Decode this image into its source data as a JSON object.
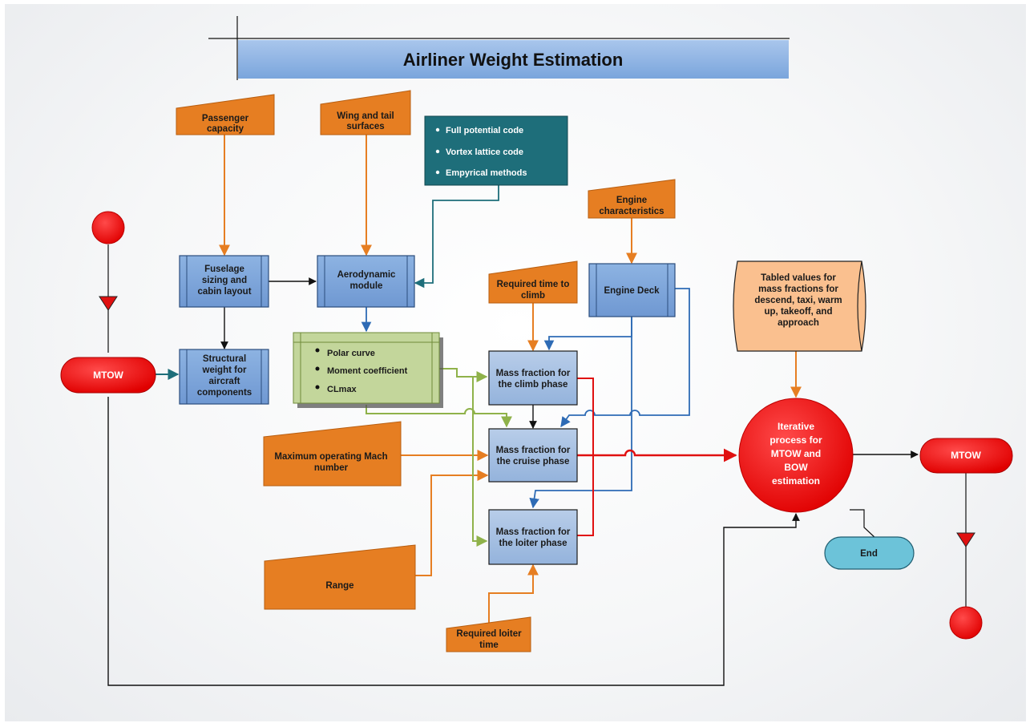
{
  "title": "Airliner Weight Estimation",
  "inputs": {
    "passenger": [
      "Passenger",
      "capacity"
    ],
    "wing_tail": [
      "Wing and tail",
      "surfaces"
    ],
    "engine_char": [
      "Engine",
      "characteristics"
    ],
    "climb_time": [
      "Required time to",
      "climb"
    ],
    "mach": [
      "Maximum operating Mach",
      "number"
    ],
    "range": [
      "Range"
    ],
    "loiter_time": [
      "Required loiter",
      "time"
    ]
  },
  "methods": [
    "Full potential code",
    "Vortex lattice code",
    "Empyrical methods"
  ],
  "modules": {
    "fuselage": [
      "Fuselage",
      "sizing and",
      "cabin layout"
    ],
    "aero": [
      "Aerodynamic",
      "module"
    ],
    "structural": [
      "Structural",
      "weight for",
      "aircraft",
      "components"
    ],
    "engine_deck": [
      "Engine Deck"
    ]
  },
  "aero_outputs": [
    "Polar curve",
    "Moment coefficient",
    "CLmax"
  ],
  "phases": {
    "climb": [
      "Mass fraction for",
      "the climb phase"
    ],
    "cruise": [
      "Mass fraction for",
      "the cruise phase"
    ],
    "loiter": [
      "Mass fraction for",
      "the loiter phase"
    ]
  },
  "tabled": [
    "Tabled values for",
    "mass fractions for",
    "descend, taxi, warm",
    "up, takeoff, and",
    "approach"
  ],
  "iterative": [
    "Iterative",
    "process for",
    "MTOW and",
    "BOW",
    "estimation"
  ],
  "mtow_left": "MTOW",
  "mtow_right": "MTOW",
  "end": "End",
  "colors": {
    "orange": "#e67e22",
    "blue_module": "#7ea3d6",
    "teal": "#1e6e7a",
    "green_box": "#c3d69b",
    "red": "#ee1111",
    "light_blue_end": "#6cc3d9",
    "tabled": "#fac08f",
    "title_bar": "#8db3e2"
  }
}
